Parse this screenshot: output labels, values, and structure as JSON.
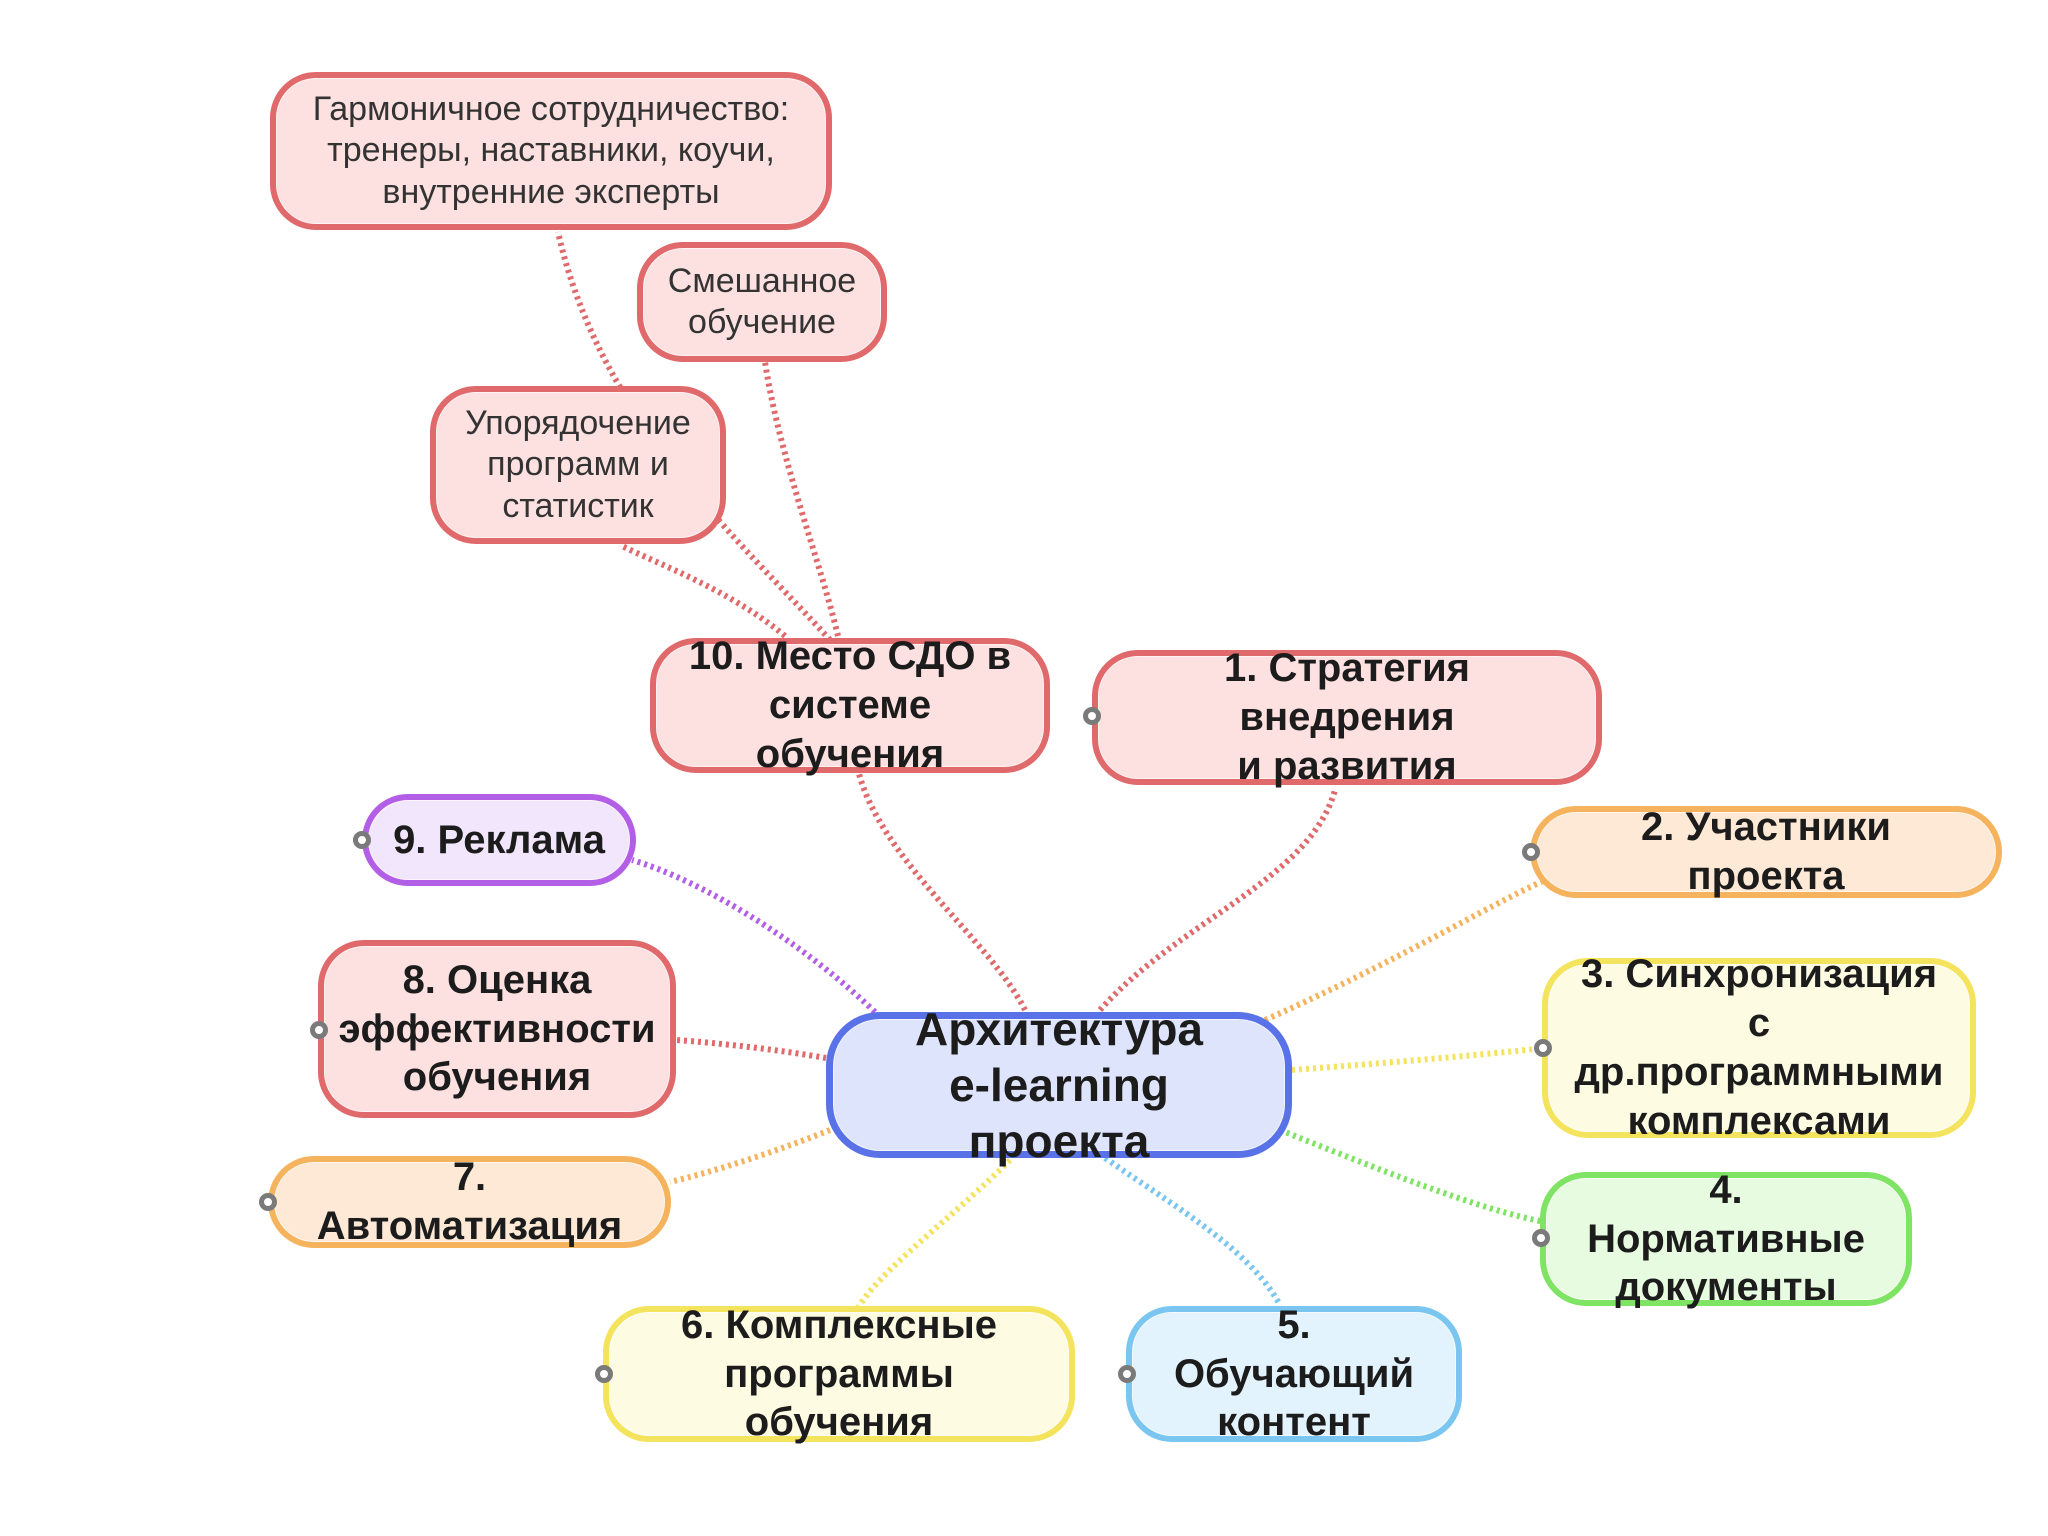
{
  "center": {
    "title": "Архитектура\ne-learning проекта"
  },
  "topics": [
    {
      "id": "t1",
      "label": "1. Стратегия внедрения\nи развития",
      "color": "#e0696b"
    },
    {
      "id": "t2",
      "label": "2. Участники проекта",
      "color": "#f5b35e"
    },
    {
      "id": "t3",
      "label": "3. Синхронизация с\nдр.программными\nкомплексами",
      "color": "#f4e35c"
    },
    {
      "id": "t4",
      "label": "4. Нормативные\nдокументы",
      "color": "#7fe364"
    },
    {
      "id": "t5",
      "label": "5. Обучающий\nконтент",
      "color": "#7ac6f0"
    },
    {
      "id": "t6",
      "label": "6. Комплексные\nпрограммы обучения",
      "color": "#f4e35c"
    },
    {
      "id": "t7",
      "label": "7. Автоматизация",
      "color": "#f5b35e"
    },
    {
      "id": "t8",
      "label": "8. Оценка\nэффективности\nобучения",
      "color": "#e0696b"
    },
    {
      "id": "t9",
      "label": "9. Реклама",
      "color": "#b35ee6"
    },
    {
      "id": "t10",
      "label": "10. Место СДО в\nсистеме обучения",
      "color": "#e0696b"
    }
  ],
  "subtopics": [
    {
      "id": "s1",
      "label": "Гармоничное сотрудничество:\nтренеры, наставники, коучи,\nвнутренние эксперты"
    },
    {
      "id": "s2",
      "label": "Смешанное\nобучение"
    },
    {
      "id": "s3",
      "label": "Упорядочение\nпрограмм и\nстатистик"
    }
  ]
}
